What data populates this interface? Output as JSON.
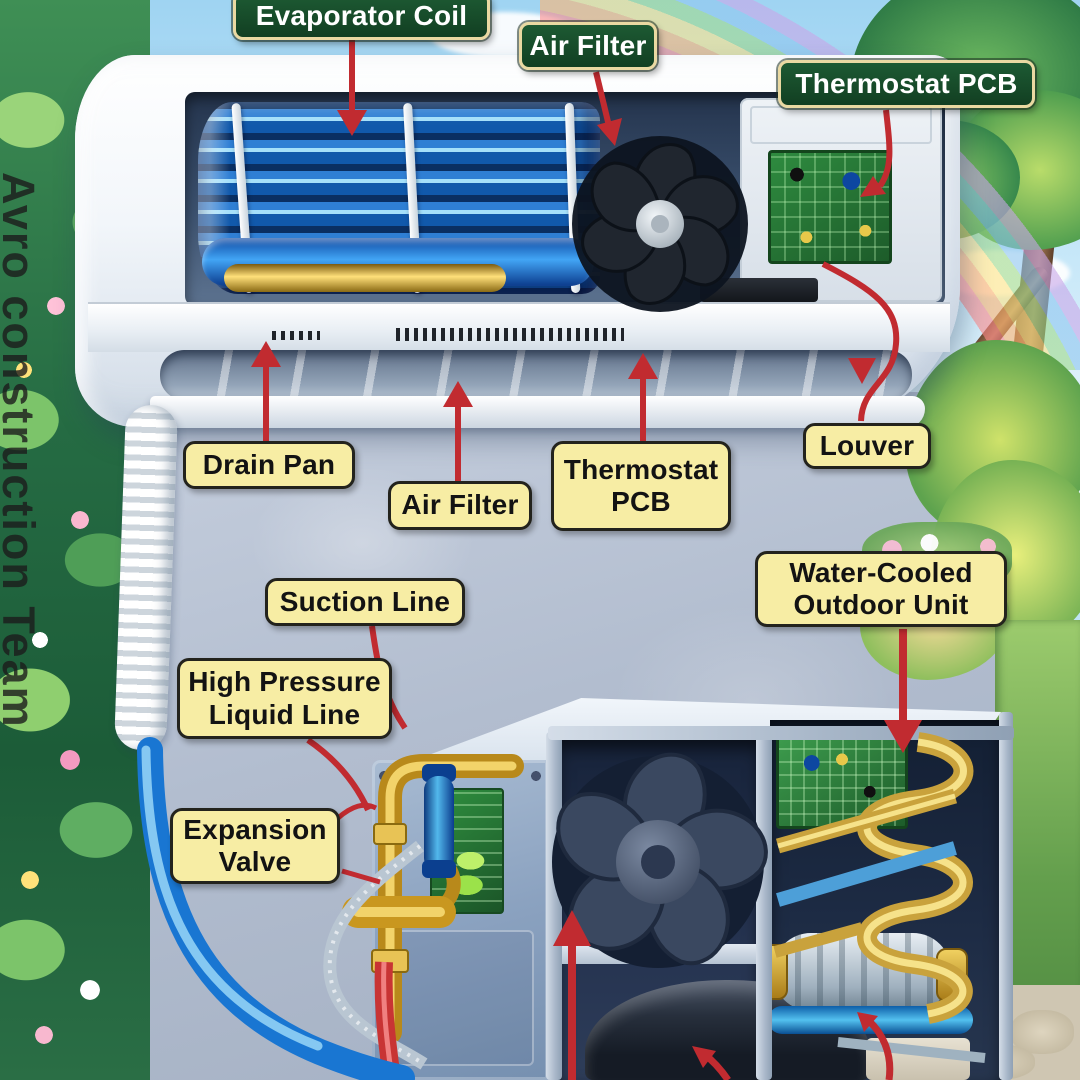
{
  "watermark": "Avro construction Team",
  "theme": {
    "green_label_bg": "#1d5a33",
    "green_label_border": "#ead9a2",
    "green_label_text": "#ffffff",
    "yellow_label_bg": "#f7eda4",
    "yellow_label_border": "#23231d",
    "yellow_label_text": "#131313",
    "arrow_red": "#c12b30"
  },
  "labels": {
    "evaporator_coil": "Evaporator Coil",
    "air_filter_top": "Air Filter",
    "thermostat_pcb_top": "Thermostat PCB",
    "drain_pan": "Drain Pan",
    "air_filter_bottom": "Air Filter",
    "thermostat_pcb_bottom": "Thermostat\nPCB",
    "louver": "Louver",
    "suction_line": "Suction Line",
    "high_pressure_liquid_line": "High Pressure\nLiquid Line",
    "expansion_valve": "Expansion\nValve",
    "water_cooled_outdoor_unit": "Water-Cooled\nOutdoor Unit"
  }
}
